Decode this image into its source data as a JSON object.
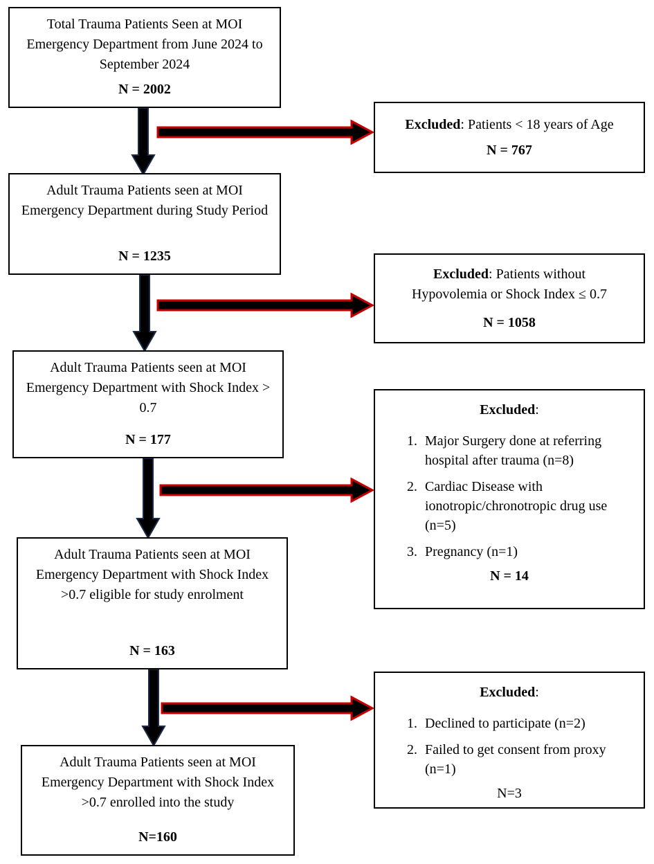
{
  "colors": {
    "background": "#ffffff",
    "box_border": "#000000",
    "arrow_fill": "#000000",
    "vertical_arrow_outline": "#1c2b4a",
    "horizontal_arrow_outline": "#c40000"
  },
  "flow_boxes": [
    {
      "text": "Total Trauma Patients Seen at MOI Emergency Department from June 2024 to September 2024",
      "n": "N = 2002"
    },
    {
      "text": "Adult Trauma Patients seen at MOI Emergency Department during Study Period",
      "n": "N = 1235"
    },
    {
      "text": "Adult Trauma Patients seen at MOI Emergency Department with Shock Index > 0.7",
      "n": "N = 177"
    },
    {
      "text": "Adult Trauma Patients seen at MOI Emergency Department with Shock Index >0.7 eligible for study enrolment",
      "n": "N = 163"
    },
    {
      "text": "Adult Trauma Patients seen at MOI Emergency Department with Shock Index >0.7 enrolled into the study",
      "n": "N=160"
    }
  ],
  "exclusions": [
    {
      "title": "Excluded",
      "rest": ": Patients < 18 years of Age",
      "n": "N = 767"
    },
    {
      "title": "Excluded",
      "rest": ": Patients without Hypovolemia or Shock Index ≤ 0.7",
      "n": "N = 1058"
    },
    {
      "title": "Excluded",
      "rest": ":",
      "items": [
        "Major Surgery done at referring hospital after trauma (n=8)",
        "Cardiac Disease with ionotropic/chronotropic drug use (n=5)",
        "Pregnancy (n=1)"
      ],
      "n": "N = 14"
    },
    {
      "title": "Excluded",
      "rest": ":",
      "items": [
        "Declined to participate (n=2)",
        "Failed to get consent from proxy (n=1)"
      ],
      "n": "N=3"
    }
  ]
}
